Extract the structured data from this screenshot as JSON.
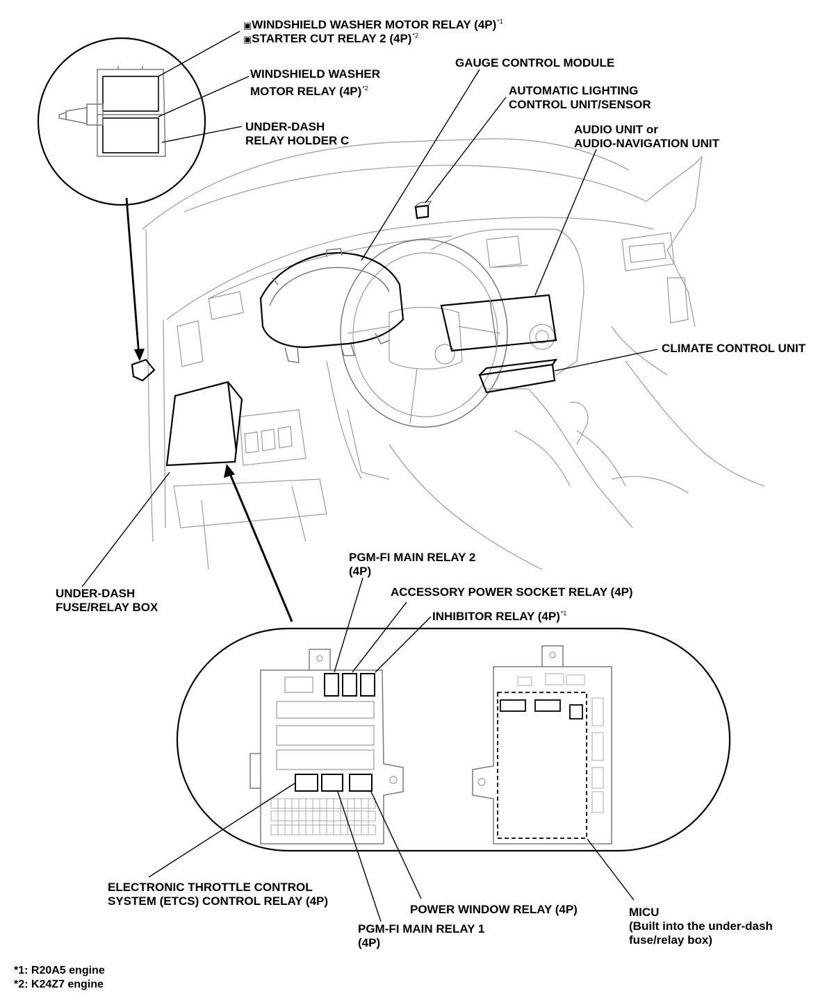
{
  "labels": {
    "wwm_relay_1": "WINDSHIELD WASHER MOTOR RELAY (4P)",
    "wwm_relay_1_note": "*1",
    "starter_cut": "STARTER CUT RELAY 2 (4P)",
    "starter_cut_note": "*2",
    "wwm_relay_2_line1": "WINDSHIELD WASHER",
    "wwm_relay_2_line2": "MOTOR RELAY (4P)",
    "wwm_relay_2_note": "*2",
    "holder_c_line1": "UNDER-DASH",
    "holder_c_line2": "RELAY HOLDER C",
    "gauge": "GAUGE CONTROL MODULE",
    "auto_light_line1": "AUTOMATIC LIGHTING",
    "auto_light_line2": "CONTROL UNIT/SENSOR",
    "audio_line1": "AUDIO UNIT or",
    "audio_line2": "AUDIO-NAVIGATION UNIT",
    "climate": "CLIMATE CONTROL UNIT",
    "fuse_box_line1": "UNDER-DASH",
    "fuse_box_line2": "FUSE/RELAY BOX",
    "pgm2_line1": "PGM-FI MAIN RELAY 2",
    "pgm2_line2": "(4P)",
    "acc_socket": "ACCESSORY POWER SOCKET RELAY (4P)",
    "inhibitor": "INHIBITOR RELAY (4P)",
    "inhibitor_note": "*1",
    "etcs_line1": "ELECTRONIC THROTTLE CONTROL",
    "etcs_line2": "SYSTEM (ETCS) CONTROL RELAY (4P)",
    "power_window": "POWER WINDOW RELAY (4P)",
    "pgm1_line1": "PGM-FI MAIN RELAY 1",
    "pgm1_line2": "(4P)",
    "micu_line1": "MICU",
    "micu_line2": "(Built into the under-dash",
    "micu_line3": "fuse/relay box)"
  },
  "footnotes": [
    "*1: R20A5 engine",
    "*2: K24Z7 engine"
  ],
  "icons": {
    "engine_variant_glyph": "engine-variant-icon"
  }
}
